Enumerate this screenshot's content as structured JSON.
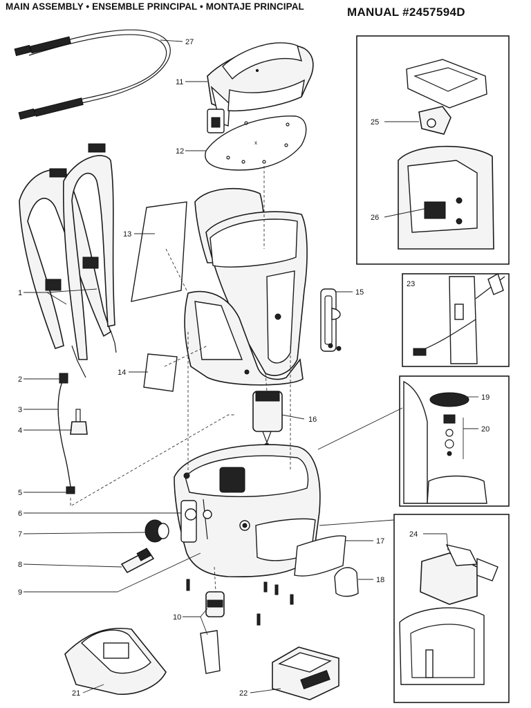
{
  "header": {
    "title": "MAIN ASSEMBLY • ENSEMBLE PRINCIPAL • MONTAJE PRINCIPAL",
    "manual": "MANUAL #2457594D"
  },
  "callouts": {
    "c1": "1",
    "c2": "2",
    "c3": "3",
    "c4": "4",
    "c5": "5",
    "c6": "6",
    "c7": "7",
    "c8": "8",
    "c9": "9",
    "c10": "10",
    "c11": "11",
    "c12": "12",
    "c13": "13",
    "c14": "14",
    "c15": "15",
    "c16": "16",
    "c17": "17",
    "c18": "18",
    "c19": "19",
    "c20": "20",
    "c21": "21",
    "c22": "22",
    "c23": "23",
    "c24": "24",
    "c25": "25",
    "c26": "26",
    "c27": "27"
  }
}
